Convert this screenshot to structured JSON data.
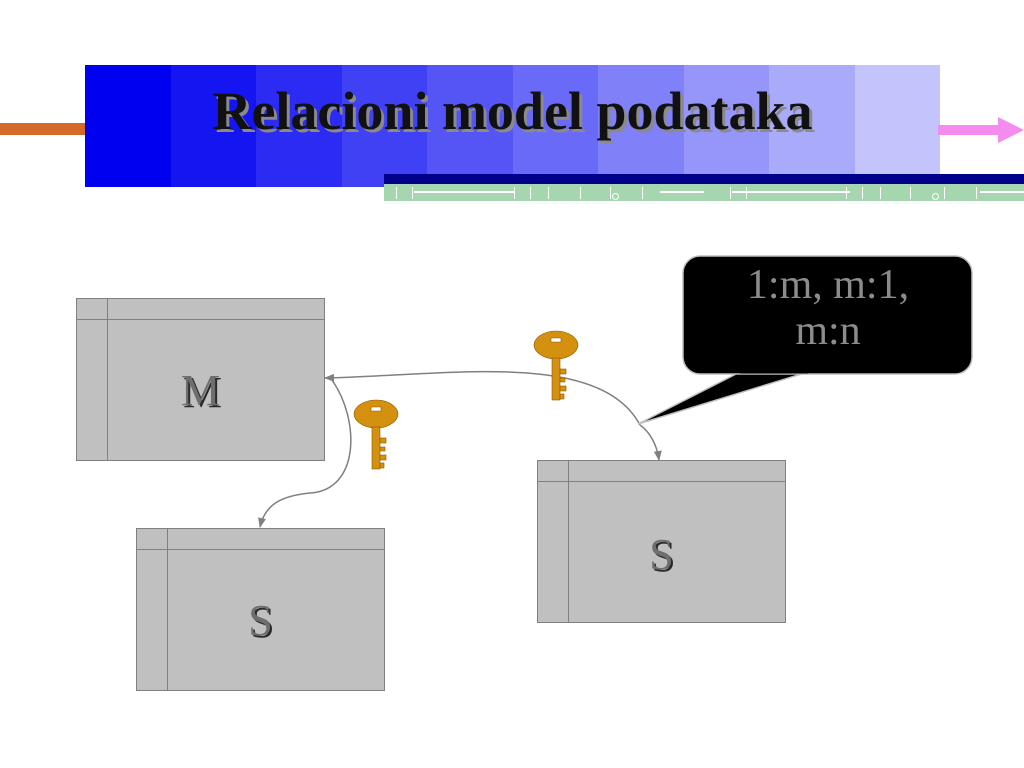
{
  "slide": {
    "title": "Relacioni model podataka",
    "title_gradient": [
      "#0000f0",
      "#1515f2",
      "#2b2bf4",
      "#4040f5",
      "#5555f6",
      "#6a6af8",
      "#8080f9",
      "#9595fa",
      "#aaaafb",
      "#c4c4fd"
    ]
  },
  "tables": [
    {
      "id": "M",
      "label": "M"
    },
    {
      "id": "S1",
      "label": "S"
    },
    {
      "id": "S2",
      "label": "S"
    }
  ],
  "callout": {
    "line1": "1:m, m:1,",
    "line2": "m:n"
  },
  "colors": {
    "key": "#d4900f",
    "connector": "#808080",
    "table_fill": "#c0c0c0",
    "callout_fill": "#000000"
  },
  "icons": [
    "key-icon",
    "key-icon"
  ]
}
